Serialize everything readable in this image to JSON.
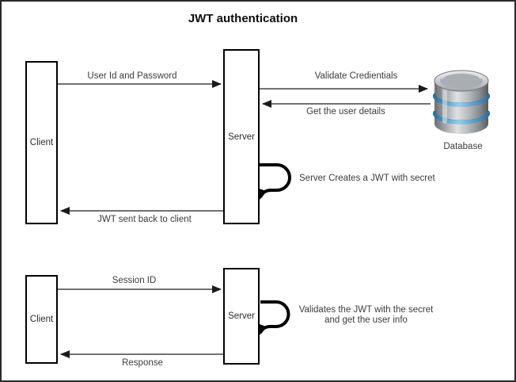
{
  "title": "JWT authentication",
  "top_flow": {
    "client_label": "Client",
    "server_label": "Server",
    "database_label": "Database",
    "messages": {
      "user_credentials": "User Id and Password",
      "validate_credentials": "Validate Credientials",
      "get_user_details": "Get the user details",
      "create_jwt": "Server Creates a JWT with secret",
      "jwt_back": "JWT sent back to client"
    }
  },
  "bottom_flow": {
    "client_label": "Client",
    "server_label": "Server",
    "messages": {
      "session_id": "Session ID",
      "validate_jwt": [
        "Validates the JWT with the secret",
        "and get the user info"
      ],
      "response": "Response"
    }
  },
  "icons": {
    "database": "database-cylinder-icon"
  },
  "colors": {
    "box_border": "#000000",
    "arrow_line": "#5e5e5e",
    "arrow_head": "#1a1a1a",
    "loop_stroke": "#000000",
    "label_text": "#3b3b3b",
    "title_text": "#0d0d0d",
    "database_gray": "#b4b8bc",
    "database_blue": "#5fb4e4"
  }
}
